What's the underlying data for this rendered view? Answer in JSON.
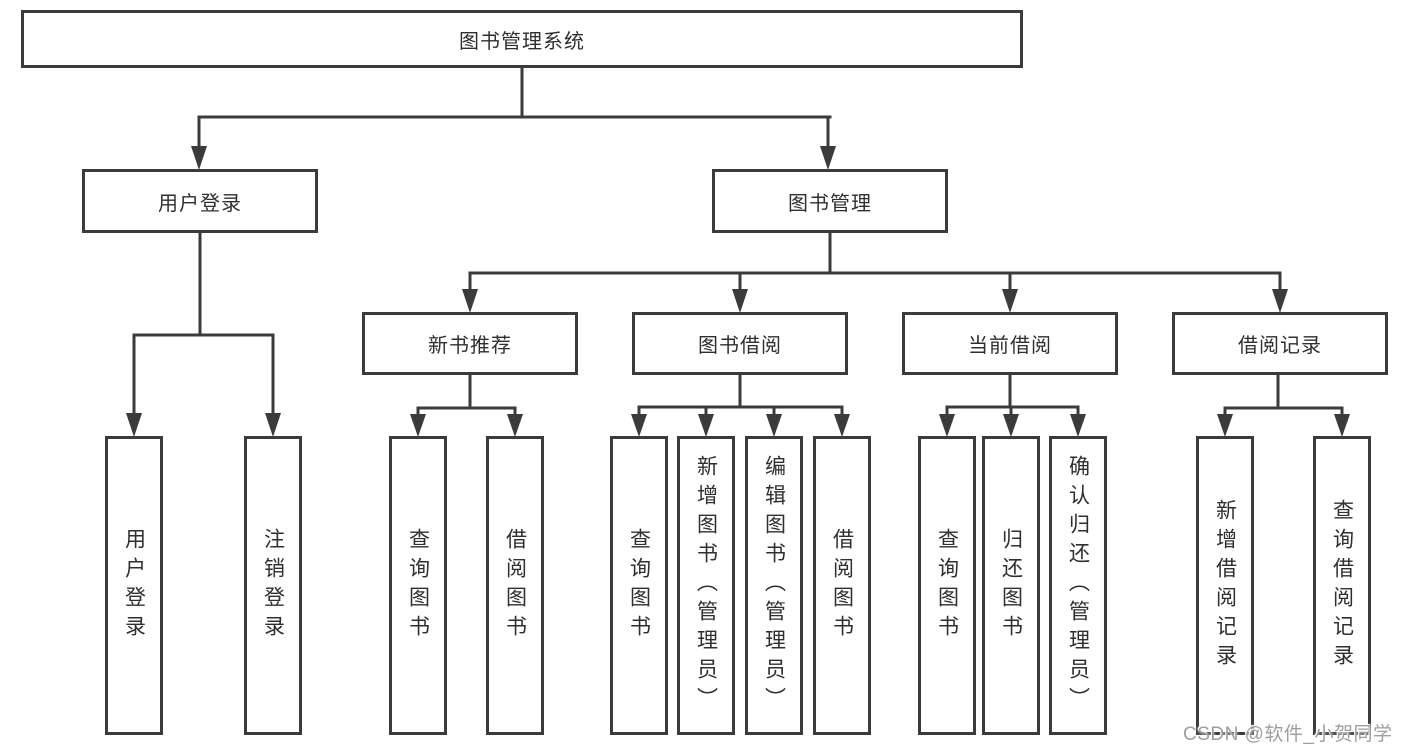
{
  "diagram": {
    "root": {
      "label": "图书管理系统"
    },
    "branches": [
      {
        "label": "用户登录"
      },
      {
        "label": "图书管理"
      }
    ],
    "modules": [
      {
        "label": "新书推荐",
        "parent": "图书管理"
      },
      {
        "label": "图书借阅",
        "parent": "图书管理"
      },
      {
        "label": "当前借阅",
        "parent": "图书管理"
      },
      {
        "label": "借阅记录",
        "parent": "图书管理"
      }
    ],
    "leaves": [
      {
        "label": "用户登录",
        "parent": "用户登录"
      },
      {
        "label": "注销登录",
        "parent": "用户登录"
      },
      {
        "label": "查询图书",
        "parent": "新书推荐"
      },
      {
        "label": "借阅图书",
        "parent": "新书推荐"
      },
      {
        "label": "查询图书",
        "parent": "图书借阅"
      },
      {
        "label": "新增图书（管理员）",
        "parent": "图书借阅"
      },
      {
        "label": "编辑图书（管理员）",
        "parent": "图书借阅"
      },
      {
        "label": "借阅图书",
        "parent": "图书借阅"
      },
      {
        "label": "查询图书",
        "parent": "当前借阅"
      },
      {
        "label": "归还图书",
        "parent": "当前借阅"
      },
      {
        "label": "确认归还（管理员）",
        "parent": "当前借阅"
      },
      {
        "label": "新增借阅记录",
        "parent": "借阅记录"
      },
      {
        "label": "查询借阅记录",
        "parent": "借阅记录"
      }
    ]
  },
  "watermark": {
    "text": "CSDN @软件_小贺同学"
  },
  "colors": {
    "line": "#3b3b3b",
    "text": "#2f2f2f",
    "watermark": "#9e9e9e",
    "background": "#ffffff"
  }
}
